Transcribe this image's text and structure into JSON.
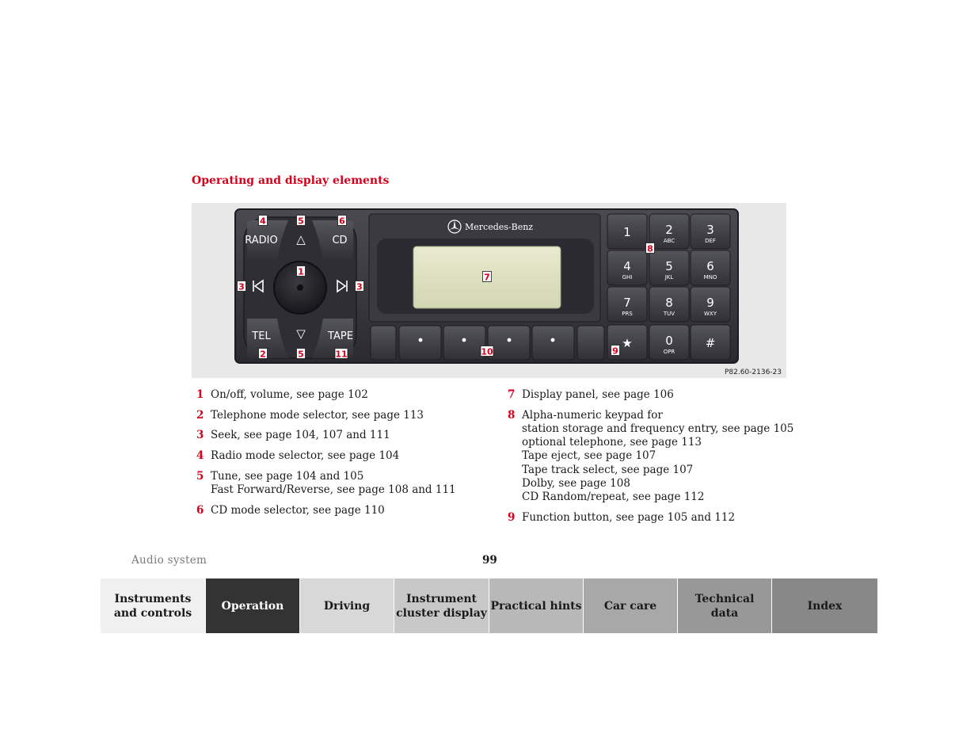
{
  "section_title": "Operating and display elements",
  "figure": {
    "code": "P82.60-2136-23",
    "brand": "Mercedes-Benz",
    "buttons": {
      "radio": "RADIO",
      "cd": "CD",
      "tel": "TEL",
      "tape": "TAPE",
      "up": "△",
      "down": "▽",
      "prev": "◁",
      "next": "▷"
    },
    "keypad": [
      {
        "num": "1",
        "sub": ""
      },
      {
        "num": "2",
        "sub": "ABC"
      },
      {
        "num": "3",
        "sub": "DEF"
      },
      {
        "num": "4",
        "sub": "GHI"
      },
      {
        "num": "5",
        "sub": "JKL"
      },
      {
        "num": "6",
        "sub": "MNO"
      },
      {
        "num": "7",
        "sub": "PRS"
      },
      {
        "num": "8",
        "sub": "TUV"
      },
      {
        "num": "9",
        "sub": "WXY"
      },
      {
        "num": "★",
        "sub": ""
      },
      {
        "num": "0",
        "sub": "OPR"
      },
      {
        "num": "#",
        "sub": ""
      }
    ],
    "callouts": [
      "4",
      "5",
      "6",
      "3",
      "1",
      "3",
      "2",
      "5",
      "11",
      "7",
      "8",
      "10",
      "9"
    ]
  },
  "legend_left": [
    {
      "num": "1",
      "lines": [
        "On/off, volume, see page 102"
      ]
    },
    {
      "num": "2",
      "lines": [
        "Telephone mode selector, see page 113"
      ]
    },
    {
      "num": "3",
      "lines": [
        "Seek, see page 104, 107 and 111"
      ]
    },
    {
      "num": "4",
      "lines": [
        "Radio mode selector, see page 104"
      ]
    },
    {
      "num": "5",
      "lines": [
        "Tune, see page 104 and 105",
        "Fast Forward/Reverse, see page 108 and 111"
      ]
    },
    {
      "num": "6",
      "lines": [
        "CD mode selector, see page 110"
      ]
    }
  ],
  "legend_right": [
    {
      "num": "7",
      "lines": [
        "Display panel, see page 106"
      ]
    },
    {
      "num": "8",
      "lines": [
        "Alpha-numeric keypad for",
        "station storage and frequency entry, see page 105",
        "optional telephone, see page 113",
        "Tape eject, see page 107",
        "Tape track select, see page 107",
        "Dolby, see page 108",
        "CD Random/repeat, see page 112"
      ]
    },
    {
      "num": "9",
      "lines": [
        "Function button, see page 105 and 112"
      ]
    }
  ],
  "footer": {
    "section": "Audio system",
    "page": "99"
  },
  "nav": [
    {
      "label": "Instruments\nand controls",
      "bg": "#f0f0f0",
      "fg": "#1a1a1a"
    },
    {
      "label": "Operation",
      "bg": "#333333",
      "fg": "#ffffff"
    },
    {
      "label": "Driving",
      "bg": "#d8d8d8",
      "fg": "#1a1a1a"
    },
    {
      "label": "Instrument\ncluster display",
      "bg": "#c8c8c8",
      "fg": "#1a1a1a"
    },
    {
      "label": "Practical hints",
      "bg": "#b8b8b8",
      "fg": "#1a1a1a"
    },
    {
      "label": "Car care",
      "bg": "#a8a8a8",
      "fg": "#1a1a1a"
    },
    {
      "label": "Technical\ndata",
      "bg": "#989898",
      "fg": "#1a1a1a"
    },
    {
      "label": "Index",
      "bg": "#888888",
      "fg": "#1a1a1a"
    }
  ],
  "colors": {
    "accent": "#d6001c"
  }
}
